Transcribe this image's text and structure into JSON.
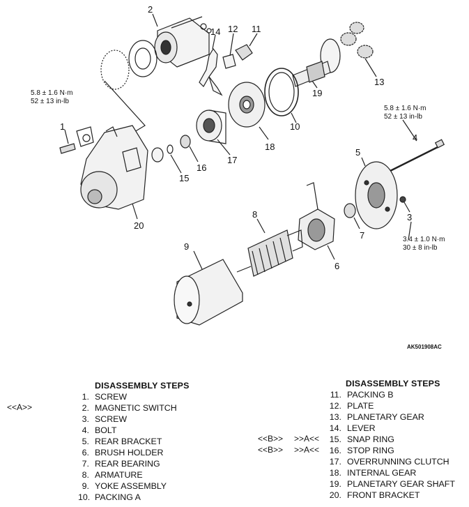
{
  "figure_code": "AK501908AC",
  "callouts": [
    "1",
    "2",
    "3",
    "4",
    "5",
    "6",
    "7",
    "8",
    "9",
    "10",
    "11",
    "12",
    "13",
    "14",
    "15",
    "16",
    "17",
    "18",
    "19",
    "20"
  ],
  "torques": {
    "t1": {
      "metric": "5.8 ± 1.6 N·m",
      "imperial": "52 ± 13 in-lb"
    },
    "t4": {
      "metric": "5.8 ± 1.6 N·m",
      "imperial": "52 ± 13 in-lb"
    },
    "t3": {
      "metric": "3.4 ± 1.0 N·m",
      "imperial": "30 ± 8 in-lb"
    }
  },
  "left_steps": {
    "heading": "DISASSEMBLY STEPS",
    "items": [
      {
        "n": "1.",
        "label": "SCREW"
      },
      {
        "n": "2.",
        "label": "MAGNETIC SWITCH"
      },
      {
        "n": "3.",
        "label": "SCREW"
      },
      {
        "n": "4.",
        "label": "BOLT"
      },
      {
        "n": "5.",
        "label": "REAR BRACKET"
      },
      {
        "n": "6.",
        "label": "BRUSH HOLDER"
      },
      {
        "n": "7.",
        "label": "REAR BEARING"
      },
      {
        "n": "8.",
        "label": "ARMATURE"
      },
      {
        "n": "9.",
        "label": "YOKE ASSEMBLY"
      },
      {
        "n": "10.",
        "label": "PACKING A"
      }
    ]
  },
  "right_steps": {
    "heading": "DISASSEMBLY STEPS",
    "items": [
      {
        "n": "11.",
        "label": "PACKING B"
      },
      {
        "n": "12.",
        "label": "PLATE"
      },
      {
        "n": "13.",
        "label": "PLANETARY GEAR"
      },
      {
        "n": "14.",
        "label": "LEVER"
      },
      {
        "n": "15.",
        "label": "SNAP RING"
      },
      {
        "n": "16.",
        "label": "STOP RING"
      },
      {
        "n": "17.",
        "label": "OVERRUNNING CLUTCH"
      },
      {
        "n": "18.",
        "label": "INTERNAL GEAR"
      },
      {
        "n": "19.",
        "label": "PLANETARY GEAR SHAFT"
      },
      {
        "n": "20.",
        "label": "FRONT BRACKET"
      }
    ]
  },
  "markers": {
    "a_step2": "<<A>>",
    "b_step15_left": "<<B>>",
    "b_step15_right": ">>A<<",
    "b_step16_left": "<<B>>",
    "b_step16_right": ">>A<<"
  }
}
